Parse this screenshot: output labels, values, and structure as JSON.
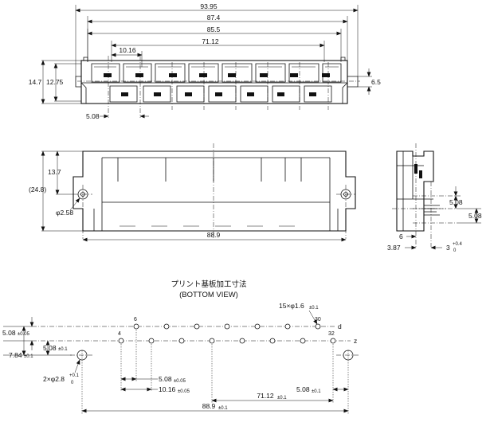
{
  "front": {
    "overall_width": "93.95",
    "width_874": "87.4",
    "width_855": "85.5",
    "width_7112": "71.12",
    "pitch_1016": "10.16",
    "height_147": "14.7",
    "height_1275": "12.75",
    "right_65": "6.5",
    "pitch_508": "5.08"
  },
  "side": {
    "height_137": "13.7",
    "height_248": "(24.8)",
    "hole_dia": "φ2.58",
    "mount_pitch": "88.9"
  },
  "end": {
    "pitch_a": "5.08",
    "pitch_b": "5.08",
    "dim_6": "6",
    "dim_387": "3.87",
    "dim_3": "3",
    "tol_plus": "+0.4",
    "tol_zero": "0"
  },
  "pcb": {
    "title": "プリント基板加工寸法",
    "subtitle": "(BOTTOM VIEW)",
    "holes_main": "15×φ1.6",
    "holes_tol": "±0.1",
    "row_d": "d",
    "row_z": "z",
    "pin_30": "30",
    "pin_32": "32",
    "pin_6": "6",
    "pin_4": "4",
    "row_pitch": "5.08",
    "row_pitch_tol": "±0.05",
    "row_offset": "5.08",
    "row_offset_tol": "±0.1",
    "mount_offset": "7.84",
    "mount_offset_tol": "±0.1",
    "mount_holes": "2×φ2.8",
    "mount_tol_plus": "+0.1",
    "mount_tol_zero": "0",
    "pitch_508": "5.08",
    "pitch_508_tol": "±0.05",
    "pitch_1016": "10.16",
    "pitch_1016_tol": "±0.05",
    "span_7112": "71.12",
    "span_7112_tol": "±0.1",
    "end_508": "5.08",
    "end_508_tol": "±0.1",
    "span_889": "88.9",
    "span_889_tol": "±0.1"
  }
}
